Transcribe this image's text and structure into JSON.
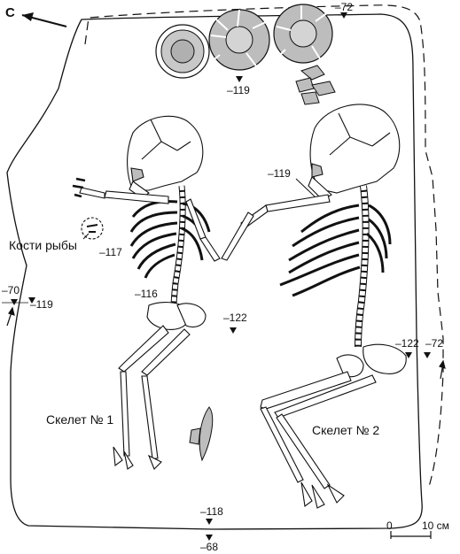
{
  "north": "С",
  "skeleton_labels": {
    "first": "Скелет № 1",
    "second": "Скелет № 2"
  },
  "fish_label": "Кости рыбы",
  "scale": {
    "zero": "0",
    "max": "10 см"
  },
  "elevations": {
    "top_right": "–72",
    "below_vessels": "–119",
    "sk2_arm": "–119",
    "fish_bones": "–117",
    "sk1_pelvis": "–116",
    "left_outer": "–70",
    "left_inner": "–119",
    "center": "–122",
    "right_inner": "–122",
    "right_outer": "–72",
    "bottom_inner": "–118",
    "bottom_outer": "–68"
  },
  "colors": {
    "bone_fill": "#ffffff",
    "gray_fill": "#bdbdbd",
    "line": "#111111"
  }
}
